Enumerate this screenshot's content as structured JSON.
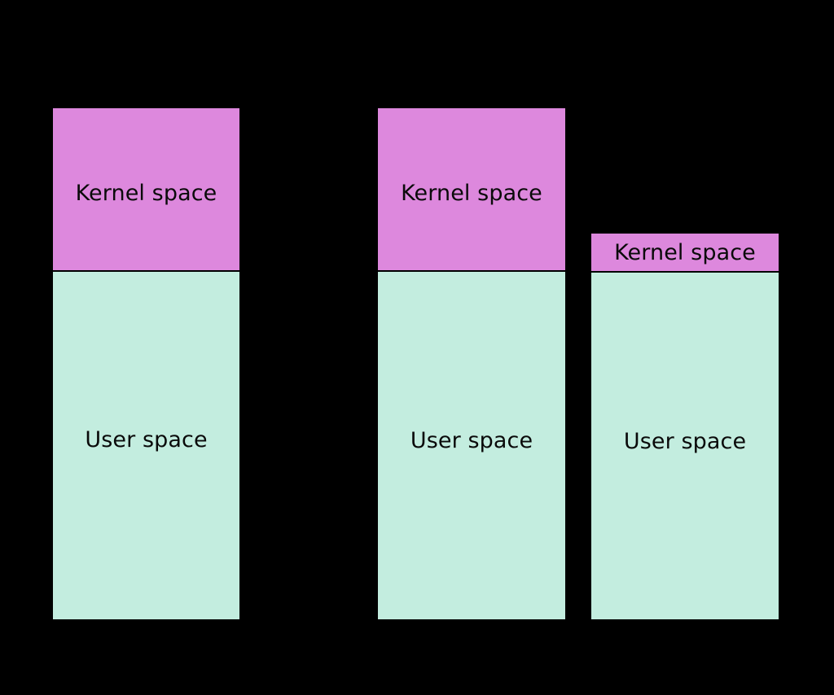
{
  "diagram": {
    "background_color": "#000000",
    "kernel_color": "#dd88dd",
    "user_color": "#c3eddf",
    "border_color": "#000000",
    "text_color": "#0a0a0a",
    "columns": [
      {
        "id": "column-1",
        "regions": [
          {
            "id": "kernel",
            "label": "Kernel space"
          },
          {
            "id": "user",
            "label": "User space"
          }
        ]
      },
      {
        "id": "column-2",
        "regions": [
          {
            "id": "kernel",
            "label": "Kernel space"
          },
          {
            "id": "user",
            "label": "User space"
          }
        ]
      },
      {
        "id": "column-3",
        "regions": [
          {
            "id": "kernel",
            "label": "Kernel space"
          },
          {
            "id": "user",
            "label": "User space"
          }
        ]
      }
    ]
  }
}
